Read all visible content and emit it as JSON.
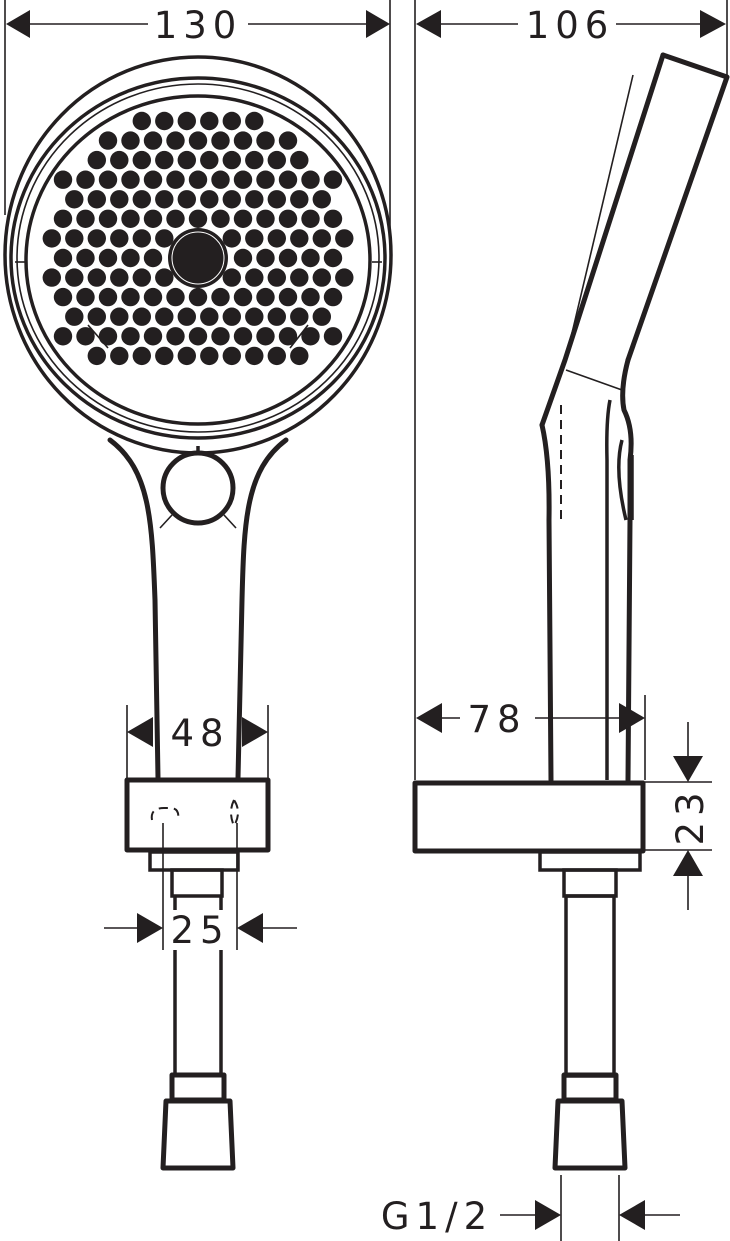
{
  "drawing": {
    "title": "Hand shower with holder – dimensional drawing",
    "units": "mm",
    "line_color": "#231f20",
    "background": "#ffffff"
  },
  "front_view": {
    "dimensions": {
      "head_width": "130",
      "holder_width": "48",
      "fixing_spacing": "25"
    }
  },
  "side_view": {
    "dimensions": {
      "total_depth": "106",
      "holder_depth": "78",
      "holder_height": "23",
      "connection_thread": "G1/2"
    }
  }
}
